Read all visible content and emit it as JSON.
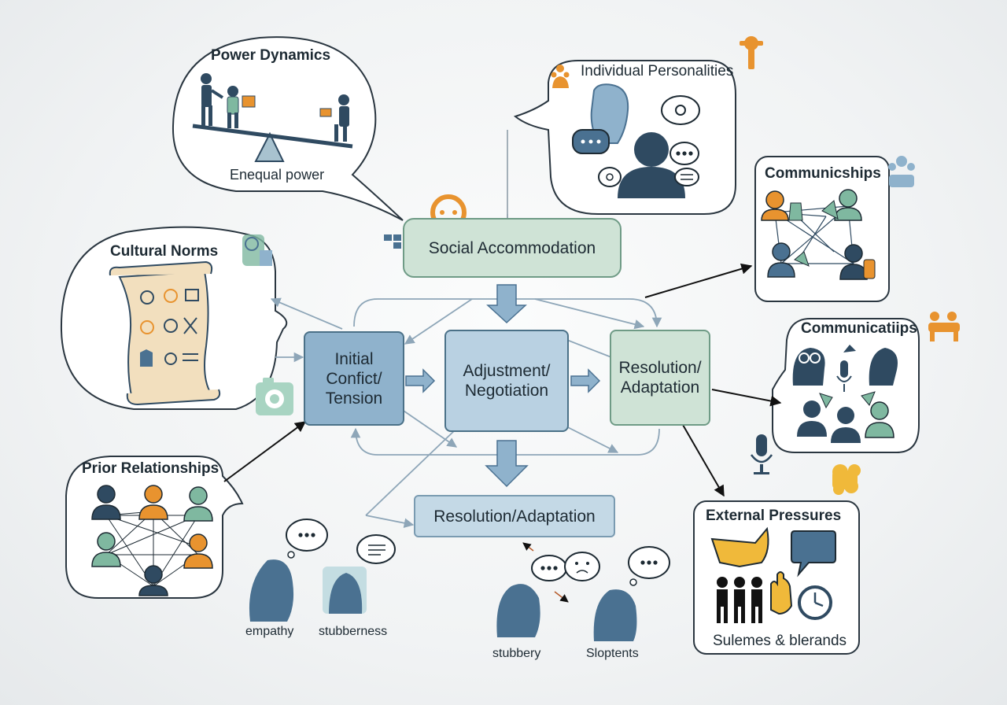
{
  "flow": {
    "social_accommodation": "Social Accommodation",
    "initial": {
      "line1": "Initial",
      "line2": "Confict/",
      "line3": "Tension"
    },
    "adjustment": {
      "line1": "Adjustment/",
      "line2": "Negotiation"
    },
    "resolution": {
      "line1": "Resolution/",
      "line2": "Adaptation"
    },
    "resolution_bottom": "Resolution/Adaptation"
  },
  "factors": {
    "power_dynamics": {
      "title": "Power Dynamics",
      "caption": "Enequal power"
    },
    "individual_personalities": {
      "title": "Individual Personalities"
    },
    "communicships": {
      "title": "Communicships"
    },
    "communicatiips": {
      "title": "Communicatiips"
    },
    "cultural_norms": {
      "title": "Cultural Norms"
    },
    "prior_relationships": {
      "title": "Prior Relationships"
    },
    "external_pressures": {
      "title": "External Pressures",
      "caption": "Sulemes & blerands"
    }
  },
  "traits": {
    "empathy": "empathy",
    "stubberness": "stubberness",
    "stubbery": "stubbery",
    "sloptents": "Sloptents"
  },
  "colors": {
    "blue_dark": "#4a7191",
    "blue_mid": "#8fb2cc",
    "blue_light": "#c4d9e6",
    "green_light": "#cfe3d6",
    "teal": "#7fb8a0",
    "orange": "#e8932f",
    "navy": "#2f4a61",
    "arrow": "#8ea6b8"
  },
  "icons": [
    "seesaw-icon",
    "person-icon",
    "speech-bubble-icon",
    "scroll-icon",
    "network-icon",
    "microphone-icon",
    "camera-icon",
    "clock-icon",
    "hand-icon",
    "puzzle-icon"
  ]
}
